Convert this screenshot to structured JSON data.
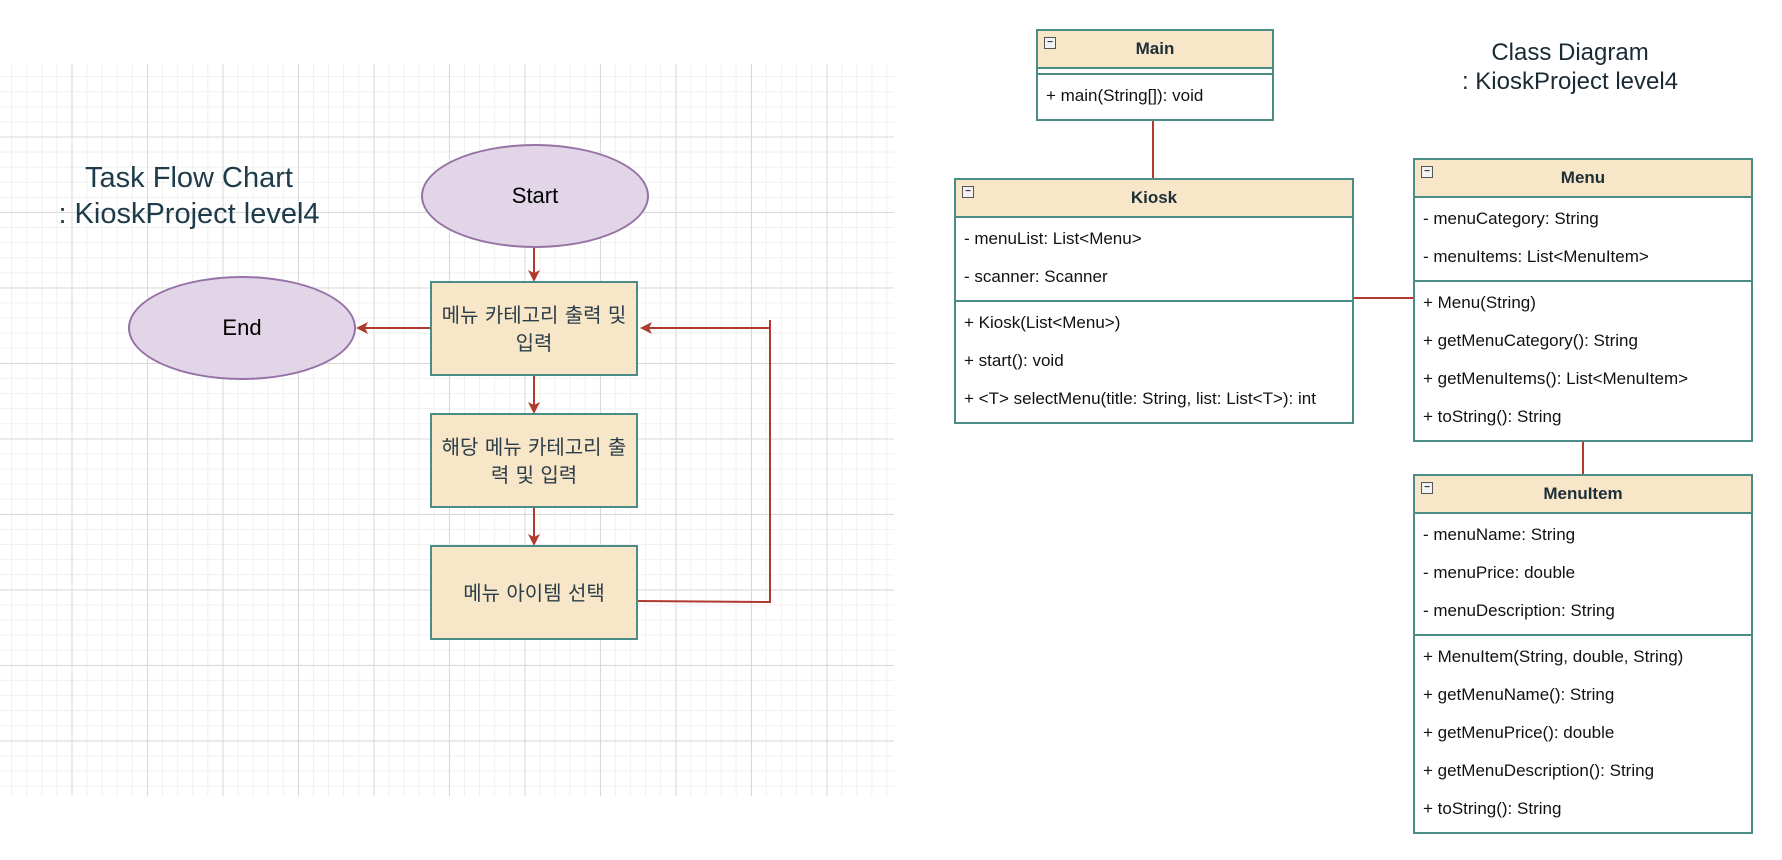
{
  "flow": {
    "title_line1": "Task Flow Chart",
    "title_line2": ": KioskProject level4",
    "start": "Start",
    "end": "End",
    "step1": "메뉴 카테고리 출력 및 입력",
    "step2": "해당 메뉴 카테고리 출력 및 입력",
    "step3": "메뉴 아이템 선택"
  },
  "class_diagram": {
    "title_line1": "Class Diagram",
    "title_line2": ": KioskProject level4",
    "main": {
      "name": "Main",
      "methods": [
        "+ main(String[]): void"
      ]
    },
    "kiosk": {
      "name": "Kiosk",
      "fields": [
        "- menuList: List<Menu>",
        "- scanner: Scanner"
      ],
      "methods": [
        "+ Kiosk(List<Menu>)",
        "+ start(): void",
        "+ <T> selectMenu(title: String, list: List<T>): int"
      ]
    },
    "menu": {
      "name": "Menu",
      "fields": [
        "- menuCategory: String",
        "- menuItems: List<MenuItem>"
      ],
      "methods": [
        "+ Menu(String)",
        "+ getMenuCategory(): String",
        "+ getMenuItems(): List<MenuItem>",
        "+ toString(): String"
      ]
    },
    "menuitem": {
      "name": "MenuItem",
      "fields": [
        "- menuName: String",
        "- menuPrice: double",
        "- menuDescription: String"
      ],
      "methods": [
        "+ MenuItem(String, double, String)",
        "+ getMenuName(): String",
        "+ getMenuPrice(): double",
        "+ getMenuDescription(): String",
        "+ toString(): String"
      ]
    }
  },
  "colors": {
    "connector": "#b03a2e",
    "process_fill": "#f7e6c8",
    "process_border": "#4a8c86",
    "terminal_fill": "#e1d5e7",
    "terminal_border": "#9673a6"
  }
}
